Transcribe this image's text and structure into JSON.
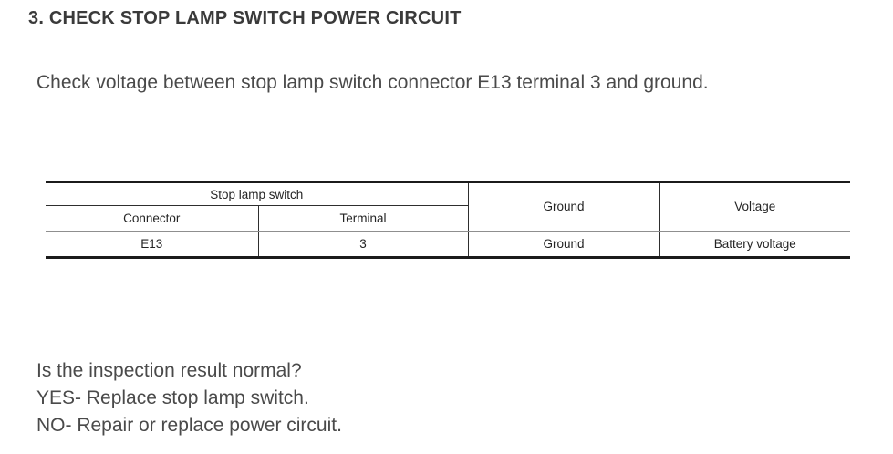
{
  "page": {
    "heading": "3. CHECK STOP LAMP SWITCH POWER CIRCUIT",
    "instruction": "Check voltage between stop lamp switch connector E13 terminal 3 and ground.",
    "question": "Is the inspection result normal?",
    "yes_line": "YES- Replace stop lamp switch.",
    "no_line": "NO- Repair or replace power circuit."
  },
  "table": {
    "group_header": "Stop lamp switch",
    "sub_columns": [
      "Connector",
      "Terminal"
    ],
    "columns": [
      "Ground",
      "Voltage"
    ],
    "row": {
      "connector": "E13",
      "terminal": "3",
      "ground": "Ground",
      "voltage": "Battery voltage"
    }
  },
  "colors": {
    "background": "#ffffff",
    "heading_text": "#3a3a3a",
    "body_text": "#4a4a4a",
    "table_text": "#242424",
    "table_border_heavy": "#1b1b1b",
    "table_border_thin": "#2e2e2e",
    "table_divider_gray": "#8f8f8f"
  }
}
